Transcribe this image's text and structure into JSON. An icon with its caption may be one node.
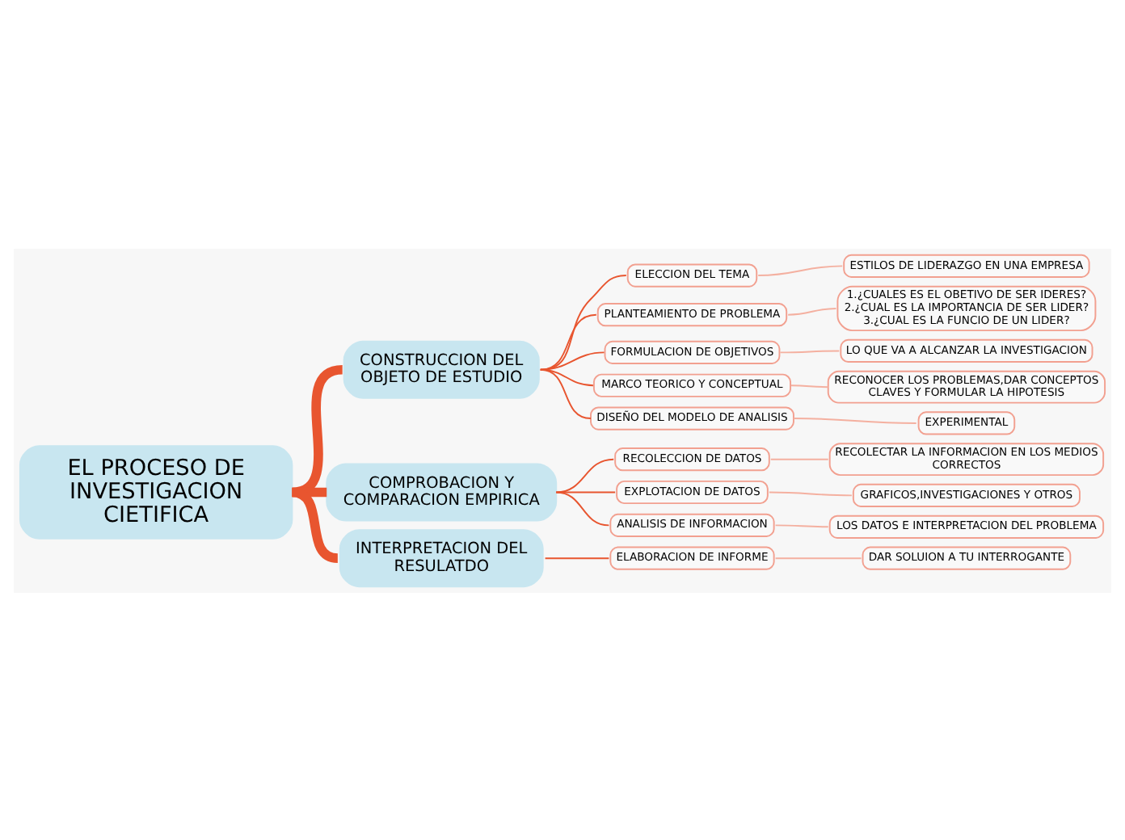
{
  "diagram": {
    "nodes": [
      {
        "text": [
          "EL PROCESO DE INVESTIGACION CIETIFICA"
        ]
      },
      {
        "text": [
          "CONSTRUCCION DEL OBJETO DE ESTUDIO"
        ]
      },
      {
        "text": [
          "ELECCION DEL TEMA"
        ]
      },
      {
        "text": [
          "ESTILOS DE LIDERAZGO EN UNA EMPRESA"
        ]
      },
      {
        "text": [
          "PLANTEAMIENTO DE PROBLEMA"
        ]
      },
      {
        "text": [
          "1.¿CUALES ES EL OBETIVO DE SER IDERES? 2.¿CUAL ES LA IMPORTANCIA DE SER LIDER? 3.¿CUAL ES LA FUNCIO DE UN LIDER?"
        ]
      },
      {
        "text": [
          "FORMULACION DE OBJETIVOS"
        ]
      },
      {
        "text": [
          "LO QUE VA A ALCANZAR LA INVESTIGACION"
        ]
      },
      {
        "text": [
          "MARCO TEORICO Y CONCEPTUAL"
        ]
      },
      {
        "text": [
          "RECONOCER LOS PROBLEMAS,DAR CONCEPTOS CLAVES Y FORMULAR LA HIPOTESIS"
        ]
      },
      {
        "text": [
          "DISEÑO DEL MODELO DE ANALISIS"
        ]
      },
      {
        "text": [
          "EXPERIMENTAL"
        ]
      },
      {
        "text": [
          "COMPROBACION Y COMPARACION EMPIRICA"
        ]
      },
      {
        "text": [
          "RECOLECCION DE DATOS"
        ]
      },
      {
        "text": [
          "RECOLECTAR LA INFORMACION EN LOS MEDIOS CORRECTOS"
        ]
      },
      {
        "text": [
          "EXPLOTACION DE DATOS"
        ]
      },
      {
        "text": [
          "GRAFICOS,INVESTIGACIONES Y OTROS"
        ]
      },
      {
        "text": [
          "ANALISIS DE INFORMACION"
        ]
      },
      {
        "text": [
          "LOS DATOS E INTERPRETACION DEL PROBLEMA"
        ]
      },
      {
        "text": [
          "INTERPRETACION DEL RESULATDO"
        ]
      },
      {
        "text": [
          "ELABORACION DE INFORME"
        ]
      },
      {
        "text": [
          "DAR SOLUION A TU INTERROGANTE"
        ]
      }
    ],
    "edges": [
      {
        "from": 0,
        "to": 1,
        "arrow": "none",
        "style": "thick",
        "color": "#e8552f"
      },
      {
        "from": 1,
        "to": 2,
        "arrow": "none",
        "color": "#e8552f"
      },
      {
        "from": 2,
        "to": 3,
        "arrow": "none",
        "color": "#f4b0a0"
      },
      {
        "from": 1,
        "to": 4,
        "arrow": "none",
        "color": "#e8552f"
      },
      {
        "from": 4,
        "to": 5,
        "arrow": "none",
        "color": "#f4b0a0"
      },
      {
        "from": 1,
        "to": 6,
        "arrow": "none",
        "color": "#e8552f"
      },
      {
        "from": 6,
        "to": 7,
        "arrow": "none",
        "color": "#f4b0a0"
      },
      {
        "from": 1,
        "to": 8,
        "arrow": "none",
        "color": "#e8552f"
      },
      {
        "from": 8,
        "to": 9,
        "arrow": "none",
        "color": "#f4b0a0"
      },
      {
        "from": 1,
        "to": 10,
        "arrow": "none",
        "color": "#e8552f"
      },
      {
        "from": 10,
        "to": 11,
        "arrow": "none",
        "color": "#f4b0a0"
      },
      {
        "from": 0,
        "to": 12,
        "arrow": "none",
        "style": "thick",
        "color": "#e8552f"
      },
      {
        "from": 12,
        "to": 13,
        "arrow": "none",
        "color": "#e8552f"
      },
      {
        "from": 13,
        "to": 14,
        "arrow": "none",
        "color": "#f4b0a0"
      },
      {
        "from": 12,
        "to": 15,
        "arrow": "none",
        "color": "#e8552f"
      },
      {
        "from": 15,
        "to": 16,
        "arrow": "none",
        "color": "#f4b0a0"
      },
      {
        "from": 12,
        "to": 17,
        "arrow": "none",
        "color": "#e8552f"
      },
      {
        "from": 17,
        "to": 18,
        "arrow": "none",
        "color": "#f4b0a0"
      },
      {
        "from": 0,
        "to": 19,
        "arrow": "none",
        "style": "thick",
        "color": "#e8552f"
      },
      {
        "from": 19,
        "to": 20,
        "arrow": "none",
        "color": "#e8552f"
      },
      {
        "from": 20,
        "to": 21,
        "arrow": "none",
        "color": "#f4b0a0"
      }
    ]
  }
}
